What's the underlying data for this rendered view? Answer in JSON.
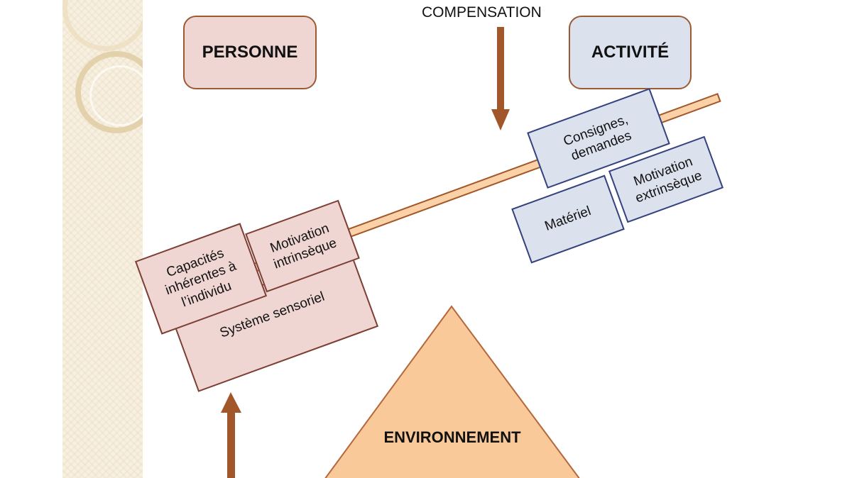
{
  "diagram": {
    "compensation_label": "COMPENSATION",
    "personne_label": "PERSONNE",
    "activite_label": "ACTIVITÉ",
    "environnement_label": "ENVIRONNEMENT",
    "personne_blocks": {
      "sensoriel": "Système sensoriel",
      "capacites": "Capacités inhérentes à l’individu",
      "motivation_intrinseque": "Motivation intrinsèque"
    },
    "activite_blocks": {
      "materiel": "Matériel",
      "motivation_extrinseque": "Motivation extrinsèque",
      "consignes": "Consignes, demandes"
    }
  },
  "colors": {
    "personne_fill": "#efd6d2",
    "activite_fill": "#dce1ee",
    "environment_fill": "#fac99a",
    "plank_fill": "#fbd2a8",
    "arrow": "#a2572b"
  }
}
